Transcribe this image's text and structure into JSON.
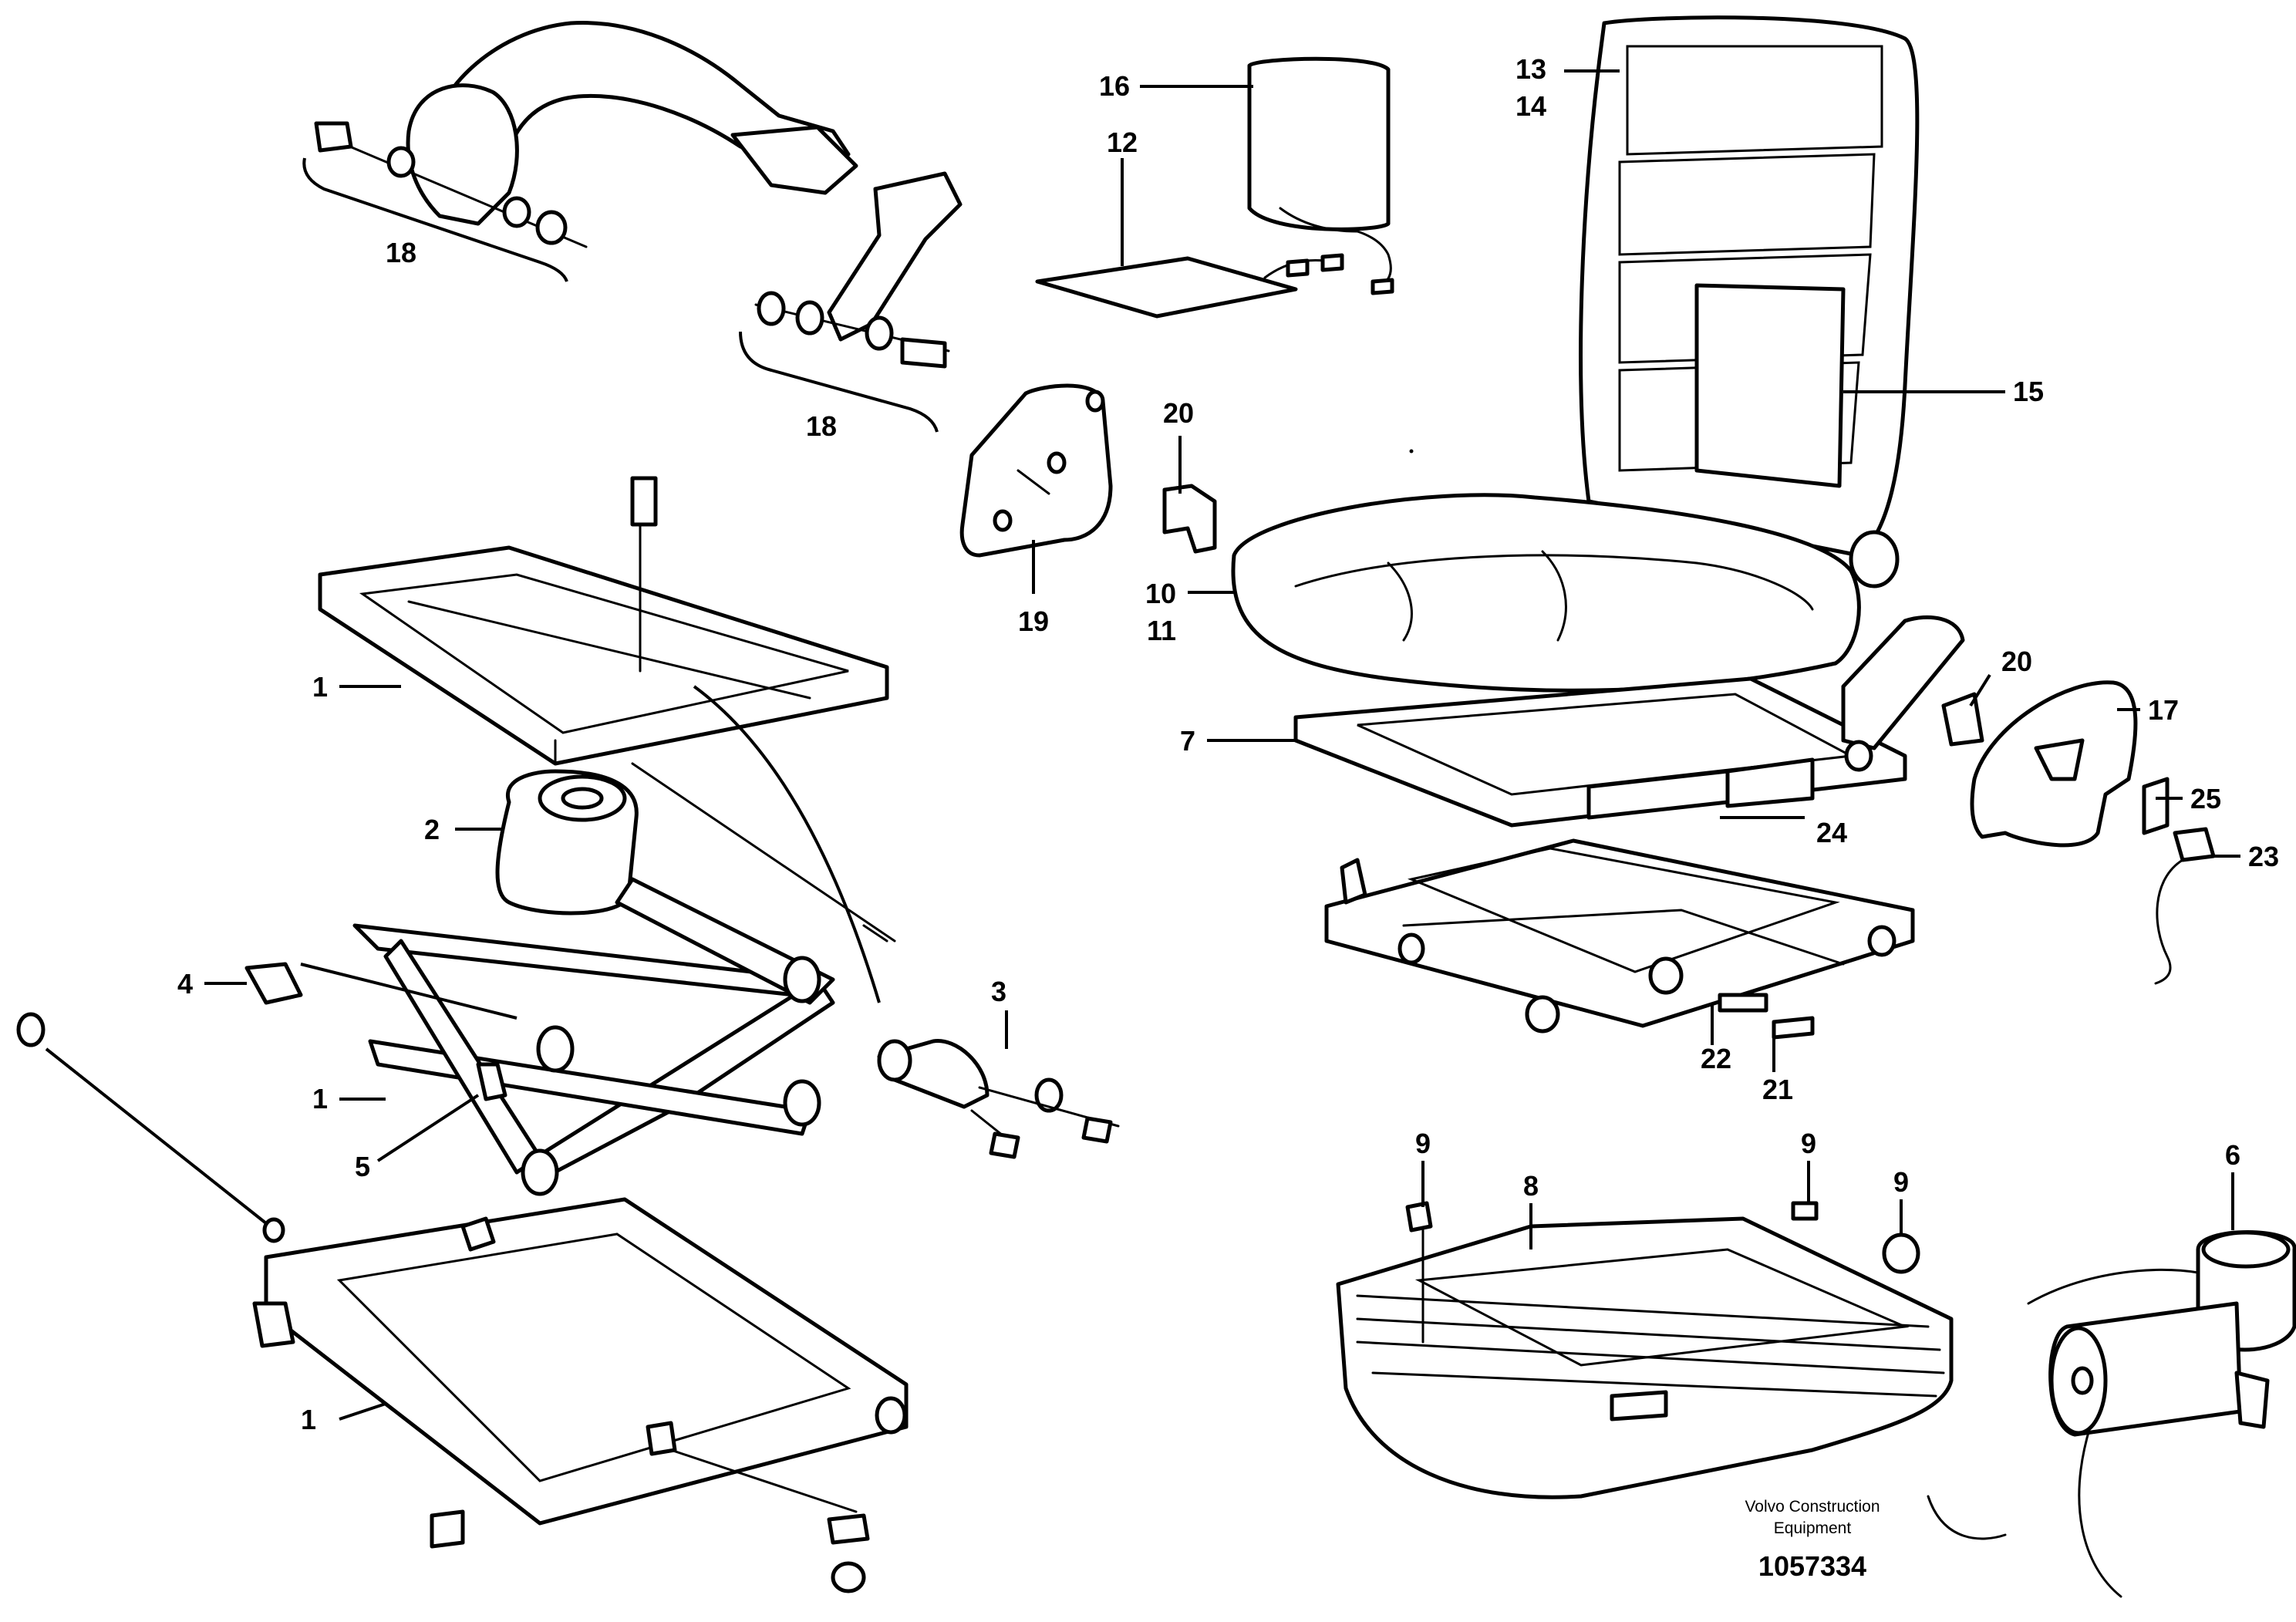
{
  "callouts": [
    "1",
    "1",
    "1",
    "2",
    "3",
    "4",
    "5",
    "6",
    "7",
    "8",
    "9",
    "9",
    "9",
    "10",
    "11",
    "12",
    "13",
    "14",
    "15",
    "16",
    "17",
    "18",
    "18",
    "19",
    "20",
    "20",
    "21",
    "22",
    "23",
    "24",
    "25"
  ],
  "footer": {
    "maker_line1": "Volvo Construction",
    "maker_line2": "Equipment",
    "drawing_no": "1057334"
  }
}
